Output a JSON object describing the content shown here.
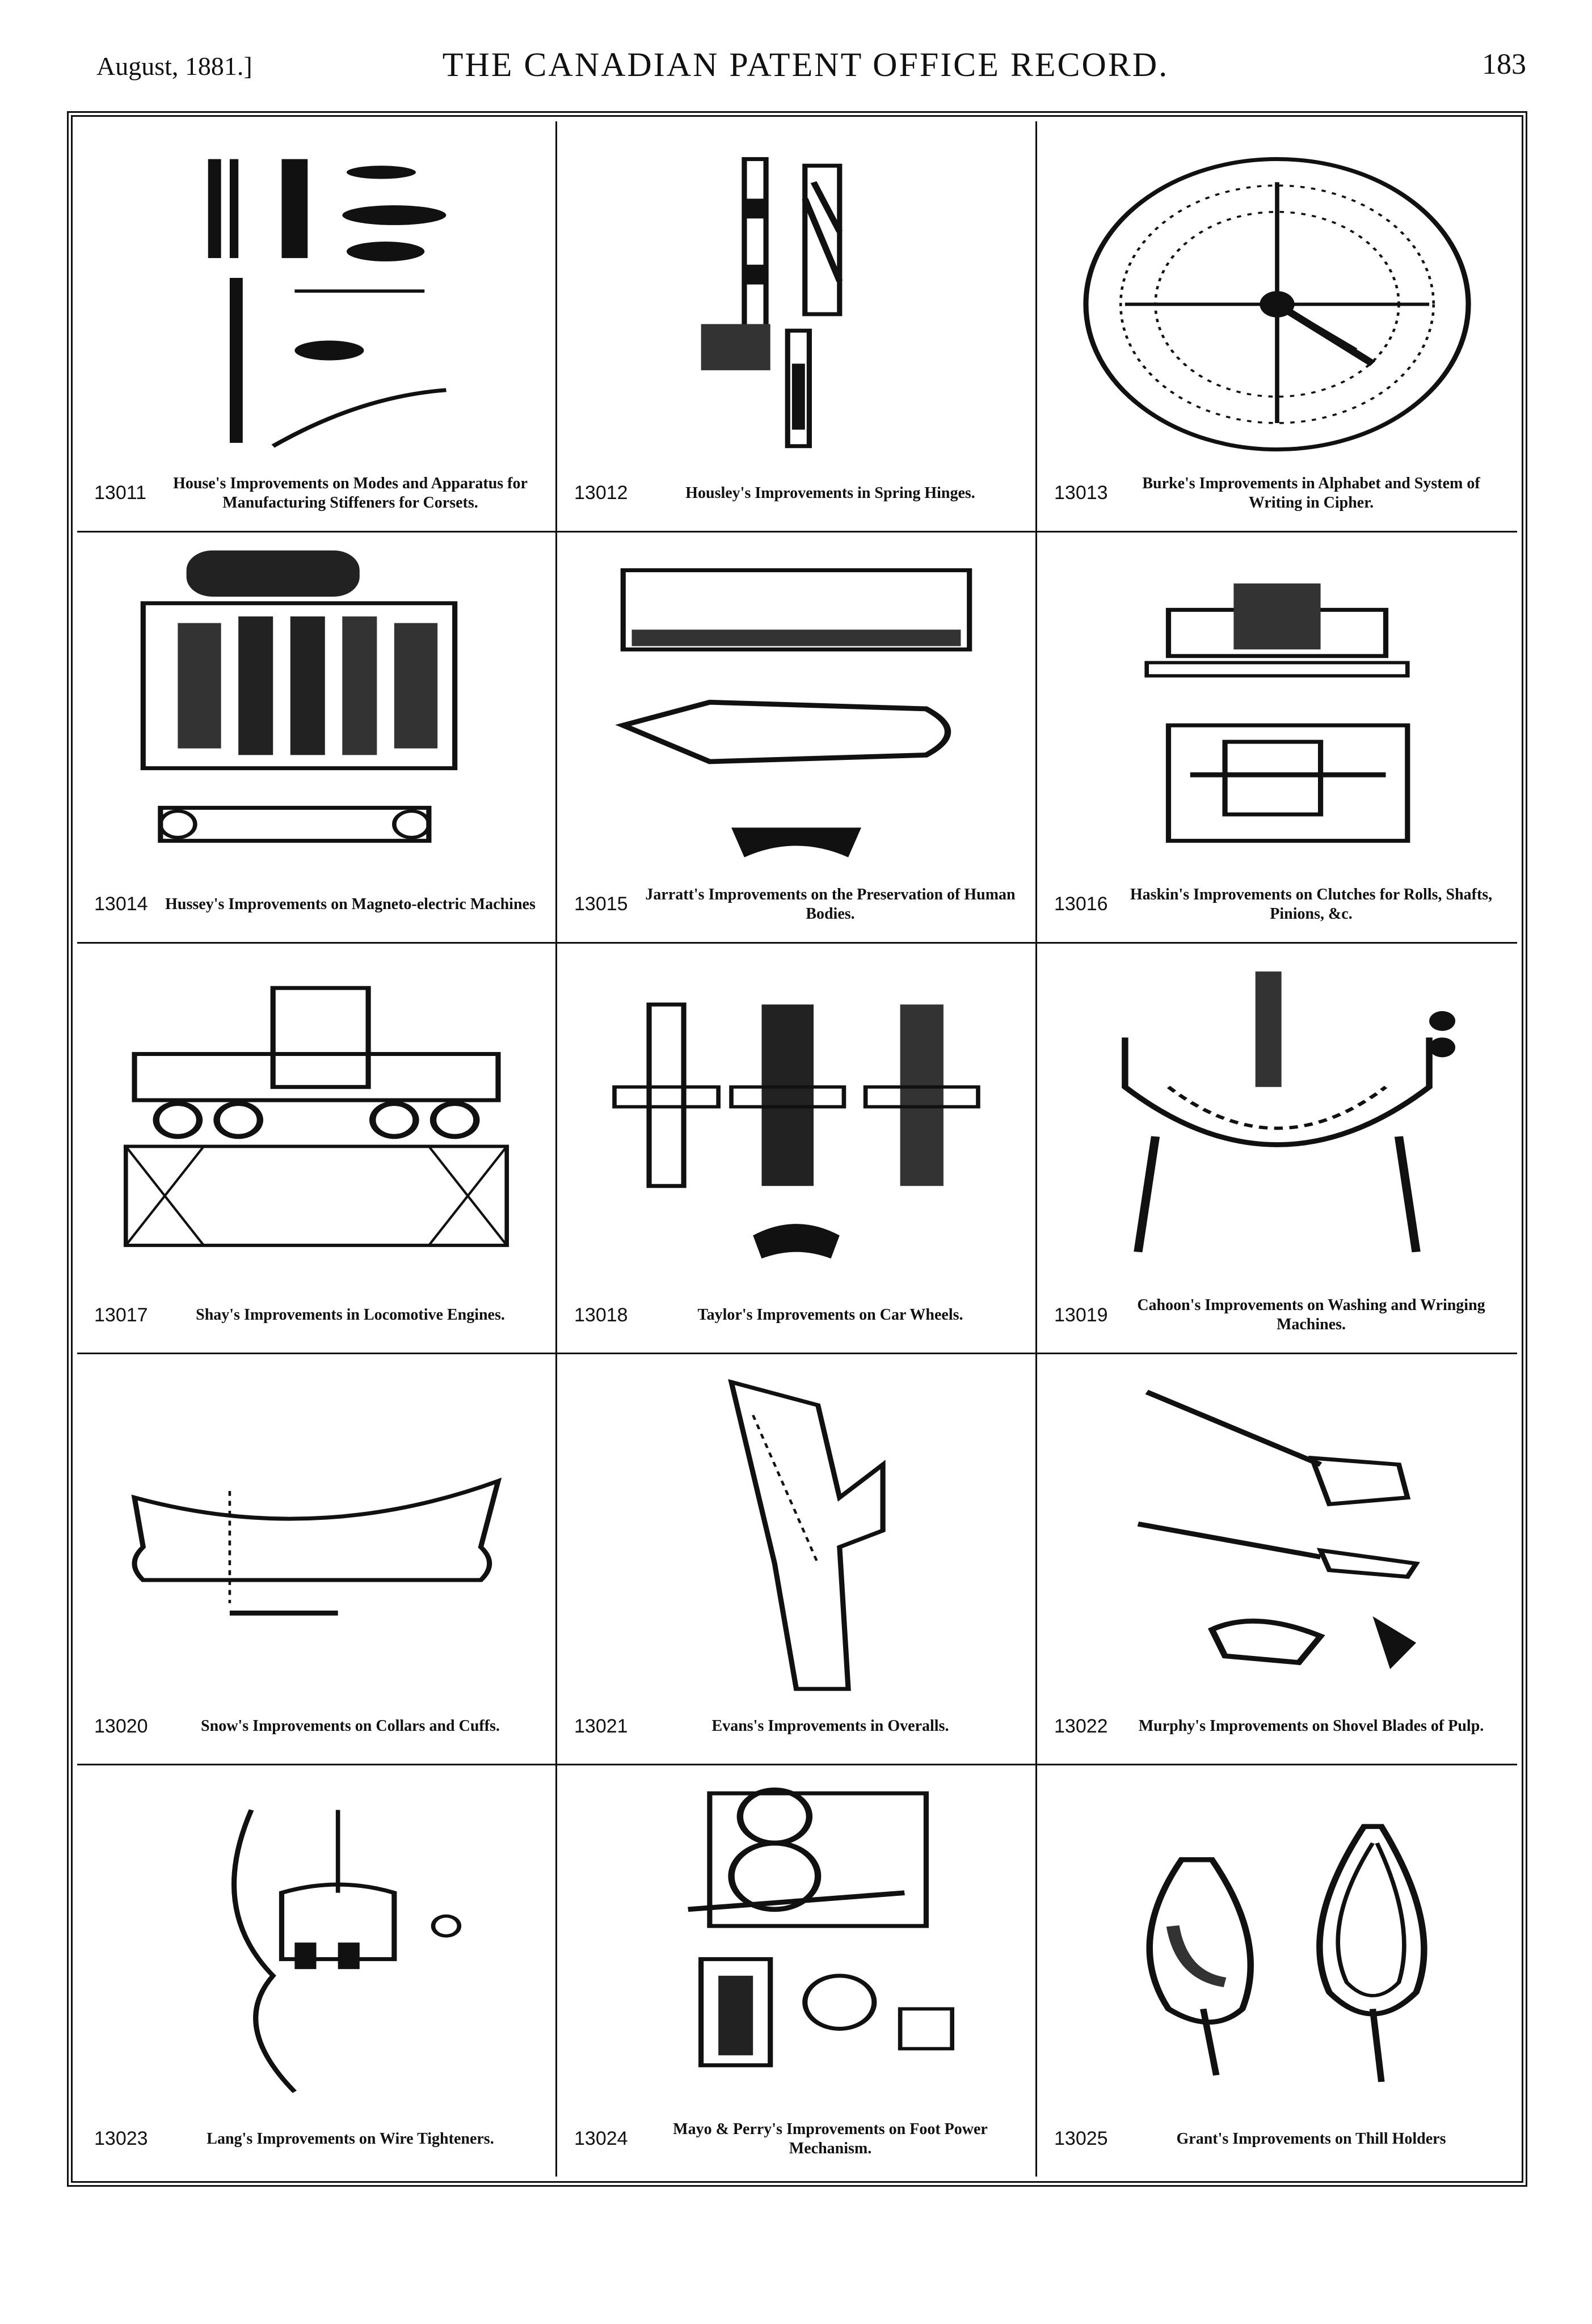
{
  "header": {
    "date": "August, 1881.]",
    "title": "THE CANADIAN PATENT OFFICE RECORD.",
    "page_number": "183"
  },
  "patents": [
    {
      "number": "13011",
      "caption": "House's Improvements on Modes and Apparatus for Manufacturing Stiffeners for Corsets."
    },
    {
      "number": "13012",
      "caption": "Housley's Improvements in Spring Hinges."
    },
    {
      "number": "13013",
      "caption": "Burke's Improvements in Alphabet and System of Writing in Cipher."
    },
    {
      "number": "13014",
      "caption": "Hussey's Improvements on Magneto-electric Machines"
    },
    {
      "number": "13015",
      "caption": "Jarratt's Improvements on the Preservation of Human Bodies."
    },
    {
      "number": "13016",
      "caption": "Haskin's Improvements on Clutches for Rolls, Shafts, Pinions, &c."
    },
    {
      "number": "13017",
      "caption": "Shay's Improvements in Locomotive Engines."
    },
    {
      "number": "13018",
      "caption": "Taylor's Improvements on Car Wheels."
    },
    {
      "number": "13019",
      "caption": "Cahoon's Improvements on Washing and Wringing Machines."
    },
    {
      "number": "13020",
      "caption": "Snow's Improvements on Collars and Cuffs."
    },
    {
      "number": "13021",
      "caption": "Evans's Improvements in Overalls."
    },
    {
      "number": "13022",
      "caption": "Murphy's Improvements on Shovel Blades of Pulp."
    },
    {
      "number": "13023",
      "caption": "Lang's Improvements on Wire Tighteners."
    },
    {
      "number": "13024",
      "caption": "Mayo & Perry's Improvements on Foot Power Mechanism."
    },
    {
      "number": "13025",
      "caption": "Grant's Improvements on Thill Holders"
    }
  ]
}
